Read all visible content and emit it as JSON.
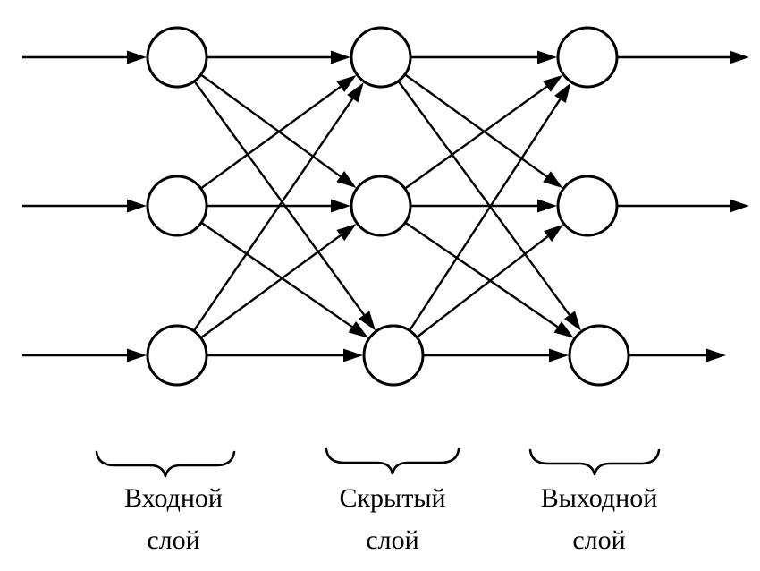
{
  "layers": [
    {
      "id": "input",
      "line1": "Входной",
      "line2": "слой"
    },
    {
      "id": "hidden",
      "line1": "Скрытый",
      "line2": "слой"
    },
    {
      "id": "output",
      "line1": "Выходной",
      "line2": "слой"
    }
  ],
  "nodes_per_layer": 3,
  "connections": "fully-connected",
  "colors": {
    "stroke": "#000000",
    "background": "#ffffff"
  }
}
